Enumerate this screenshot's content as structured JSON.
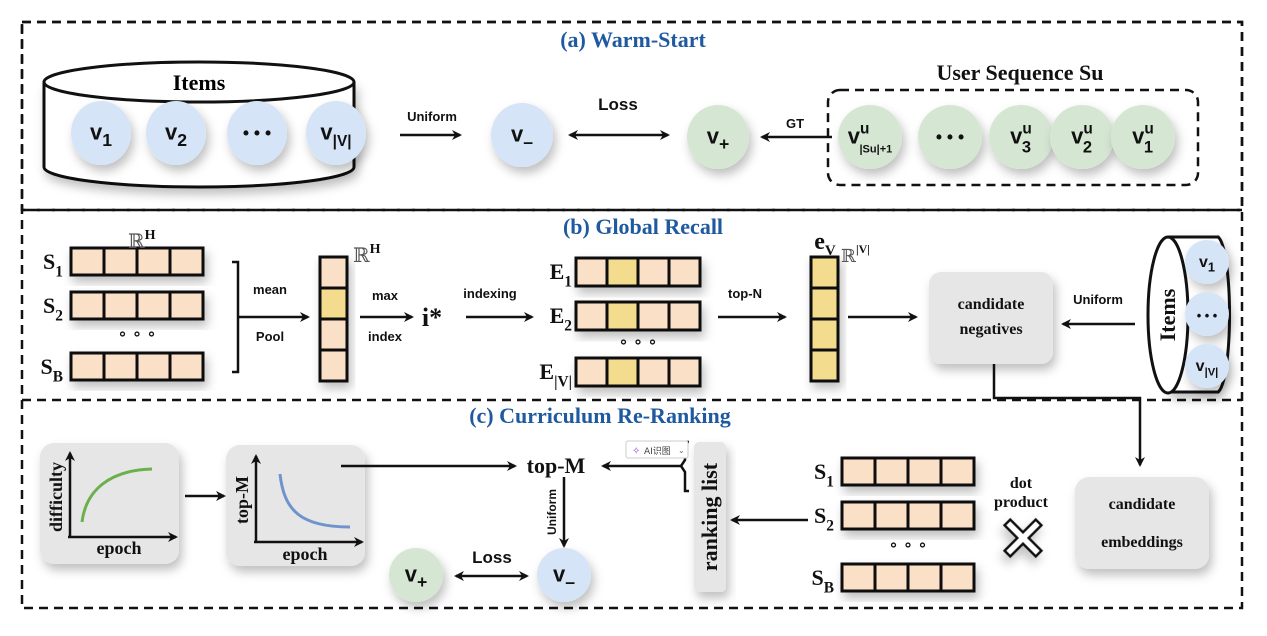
{
  "sections": {
    "a": {
      "title": "(a) Warm-Start"
    },
    "b": {
      "title": "(b) Global Recall"
    },
    "c": {
      "title": "(c) Curriculum Re-Ranking"
    }
  },
  "warm_start": {
    "items_label": "Items",
    "items": [
      {
        "base": "v",
        "sub": "1"
      },
      {
        "base": "v",
        "sub": "2"
      },
      {
        "base": "• • •",
        "sub": ""
      },
      {
        "base": "v",
        "sub": "|V|"
      }
    ],
    "uniform_label": "Uniform",
    "negative": {
      "base": "v",
      "sub": "–"
    },
    "loss_label": "Loss",
    "positive": {
      "base": "v",
      "sub": "+"
    },
    "gt_label": "GT",
    "user_sequence_label": "User Sequence Su",
    "user_items": [
      {
        "base": "v",
        "sup": "u",
        "sub": "|Su|+1"
      },
      {
        "base": "• • •",
        "sup": "",
        "sub": ""
      },
      {
        "base": "v",
        "sup": "u",
        "sub": "3"
      },
      {
        "base": "v",
        "sup": "u",
        "sub": "2"
      },
      {
        "base": "v",
        "sup": "u",
        "sub": "1"
      }
    ]
  },
  "global_recall": {
    "space_label": "ℝ",
    "space_sup_h": "H",
    "space_sup_v": "|V|",
    "seq_rows": [
      {
        "base": "S",
        "sub": "1"
      },
      {
        "base": "S",
        "sub": "2"
      },
      {
        "base": "S",
        "sub": "B"
      }
    ],
    "ellipsis": "∘ ∘ ∘",
    "mean_label": "mean",
    "pool_label": "Pool",
    "max_label": "max",
    "index_label": "index",
    "istar_label": "i*",
    "indexing_label": "indexing",
    "emb_rows": [
      {
        "base": "E",
        "sub": "1"
      },
      {
        "base": "E",
        "sub": "2"
      },
      {
        "base": "E",
        "sub": "|V|"
      }
    ],
    "topn_label": "top-N",
    "ev_label": {
      "base": "e",
      "sub": "V"
    },
    "candidate_negatives": [
      "candidate",
      "negatives"
    ],
    "uniform_label": "Uniform",
    "items_label": "Items",
    "items": [
      {
        "base": "v",
        "sub": "1"
      },
      {
        "base": "• • •",
        "sub": ""
      },
      {
        "base": "v",
        "sub": "|V|"
      }
    ]
  },
  "curriculum": {
    "plot1": {
      "ylabel": "difficulty",
      "xlabel": "epoch",
      "curve_color": "#6ab04c"
    },
    "plot2": {
      "ylabel": "top-M",
      "xlabel": "epoch",
      "curve_color": "#6f94cc"
    },
    "topm_label": "top-M",
    "uniform_label": "Uniform",
    "loss_label": "Loss",
    "positive": {
      "base": "v",
      "sub": "+"
    },
    "negative": {
      "base": "v",
      "sub": "–"
    },
    "ranking_list_label": "ranking list",
    "ai_tag_label": "AI识图",
    "seq_rows": [
      {
        "base": "S",
        "sub": "1"
      },
      {
        "base": "S",
        "sub": "2"
      },
      {
        "base": "S",
        "sub": "B"
      }
    ],
    "ellipsis": "∘ ∘ ∘",
    "dot_product": [
      "dot",
      "product"
    ],
    "candidate_embeddings": [
      "candidate",
      "embeddings"
    ]
  },
  "colors": {
    "title_blue": "#1f5aa0",
    "item_blue": "#d6e4f7",
    "item_green": "#d5e7d3",
    "cell_peach": "#fbe0c8",
    "cell_yellow": "#f3dc8e",
    "box_grey": "#e6e6e6"
  }
}
